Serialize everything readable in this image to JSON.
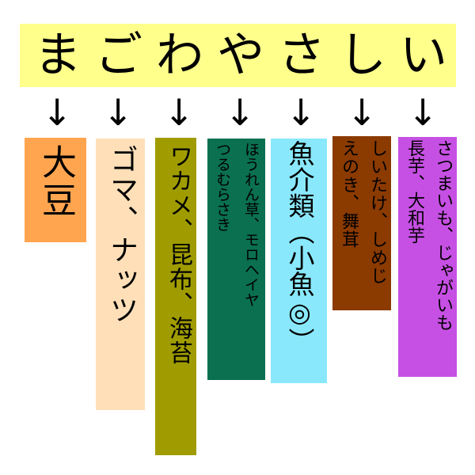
{
  "header": {
    "title": "まごわやさしい",
    "chars": [
      "ま",
      "ご",
      "わ",
      "や",
      "さ",
      "し",
      "い"
    ],
    "background": "#ffff8c"
  },
  "arrow_glyph": "↓",
  "columns": [
    {
      "key": "ma",
      "text": "大豆",
      "lines": [
        "大豆"
      ],
      "color": "#ffa550"
    },
    {
      "key": "go",
      "text": "ゴマ、ナッツ",
      "lines": [
        "ゴマ、ナッツ"
      ],
      "color": "#ffdfb8"
    },
    {
      "key": "wa",
      "text": "ワカメ、昆布、海苔",
      "lines": [
        "ワカメ、昆布、海苔"
      ],
      "color": "#a09c00"
    },
    {
      "key": "ya",
      "text": "ほうれん草、モロヘイヤ つるむらさき",
      "lines": [
        "ほうれん草、モロヘイヤ",
        "つるむらさき"
      ],
      "color": "#0a7050"
    },
    {
      "key": "sa",
      "text": "魚介類（小魚◎）",
      "lines": [
        "魚介類（小魚◎）"
      ],
      "color": "#8ae8fc"
    },
    {
      "key": "shi",
      "text": "しいたけ、しめじ えのき、舞茸",
      "lines": [
        "しいたけ、しめじ",
        "えのき、舞茸"
      ],
      "color": "#8b3a00"
    },
    {
      "key": "i",
      "text": "さつまいも、じゃがいも 長芋、大和芋",
      "lines": [
        "さつまいも、じゃがいも",
        "長芋、大和芋"
      ],
      "color": "#c750e4"
    }
  ]
}
